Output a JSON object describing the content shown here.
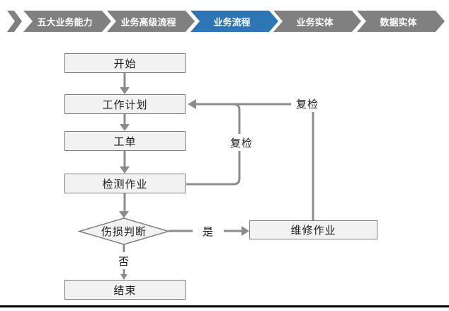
{
  "nav": {
    "items": [
      {
        "label": "五大业务能力",
        "active": false
      },
      {
        "label": "业务高级流程",
        "active": false
      },
      {
        "label": "业务流程",
        "active": true
      },
      {
        "label": "业务实体",
        "active": false
      },
      {
        "label": "数据实体",
        "active": false
      }
    ],
    "colors": {
      "inactive": "#808080",
      "active": "#2E75B6",
      "text": "#FFFFFF"
    }
  },
  "flowchart": {
    "nodes": [
      {
        "id": "start",
        "label": "开始",
        "type": "process"
      },
      {
        "id": "work-plan",
        "label": "工作计划",
        "type": "process"
      },
      {
        "id": "work-order",
        "label": "工单",
        "type": "process"
      },
      {
        "id": "inspection-job",
        "label": "检测作业",
        "type": "process"
      },
      {
        "id": "damage-judgment",
        "label": "伤损判断",
        "type": "decision"
      },
      {
        "id": "repair-job",
        "label": "维修作业",
        "type": "process"
      },
      {
        "id": "end",
        "label": "结束",
        "type": "process"
      }
    ],
    "edge_labels": {
      "recheck_inner": "复检",
      "recheck_outer": "复检",
      "yes": "是",
      "no": "否"
    },
    "colors": {
      "node_fill": "#F2F2F2",
      "node_border": "#7F7F7F",
      "connector": "#8C8C8C",
      "text": "#1A1A1A"
    }
  }
}
